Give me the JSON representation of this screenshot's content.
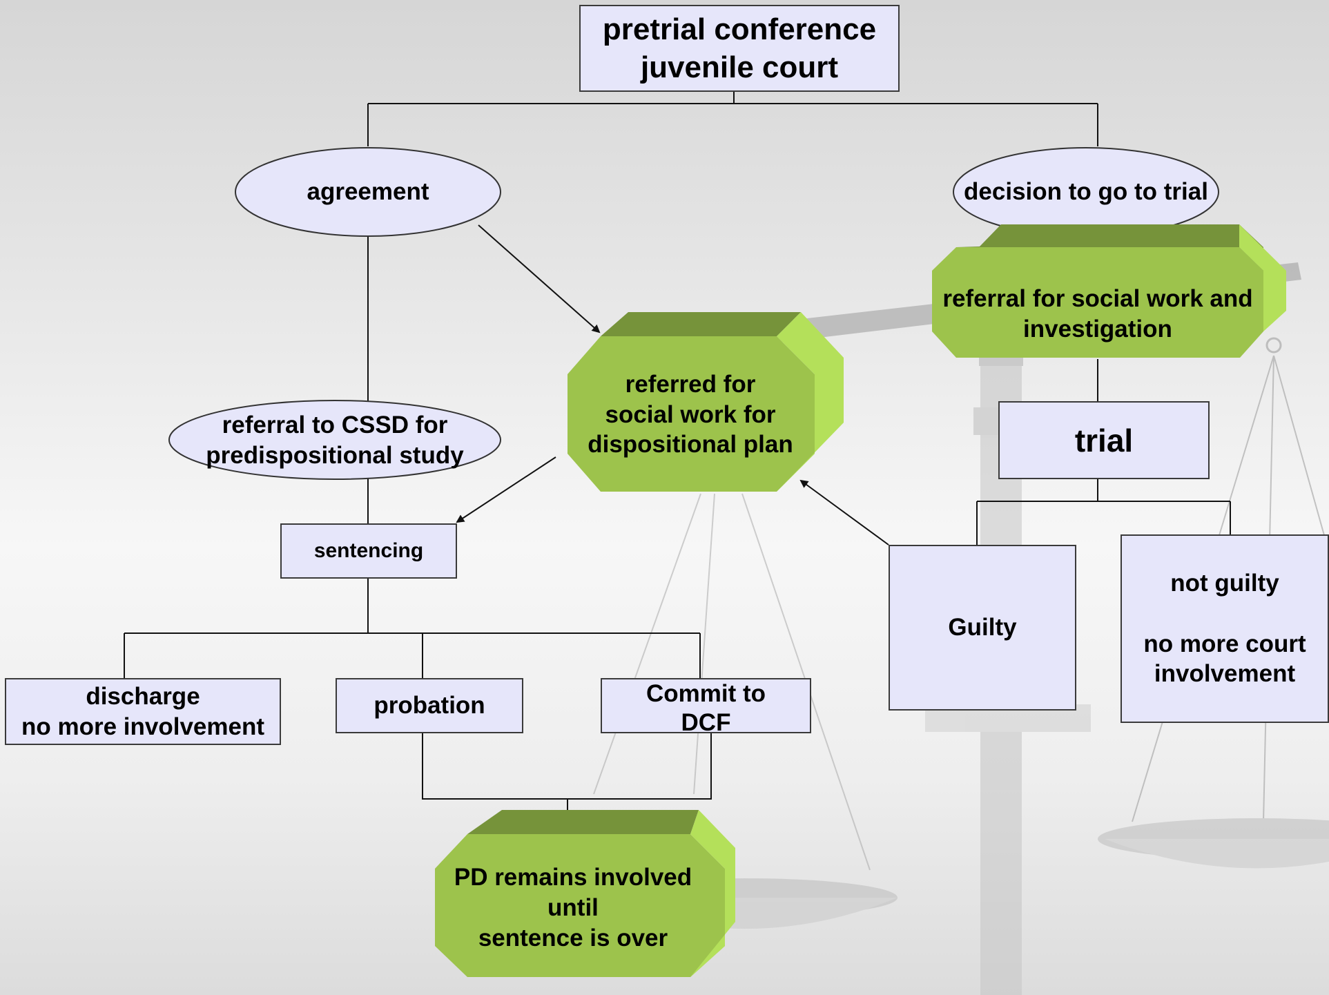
{
  "nodes": {
    "pretrial": "pretrial conference\njuvenile court",
    "agreement": "agreement",
    "decision_trial": "decision to go to trial",
    "referral_social_investigation": "referral for social work and\ninvestigation",
    "referred_dispositional": "referred for\nsocial work for\ndispositional plan",
    "referral_cssd": "referral to CSSD for\npredispositional study",
    "trial": "trial",
    "sentencing": "sentencing",
    "guilty": "Guilty",
    "not_guilty": "not guilty\n\nno more court\ninvolvement",
    "discharge": "discharge\nno more involvement",
    "probation": "probation",
    "commit_dcf": "Commit to\nDCF",
    "pd_remains": "PD remains involved\nuntil\nsentence is over"
  },
  "colors": {
    "box_fill": "#e6e6fa",
    "box_border": "#3a3a3a",
    "octagon_front": "#9dc34c",
    "octagon_top": "#76933a",
    "octagon_side": "#b4e05a",
    "connector": "#111111"
  }
}
